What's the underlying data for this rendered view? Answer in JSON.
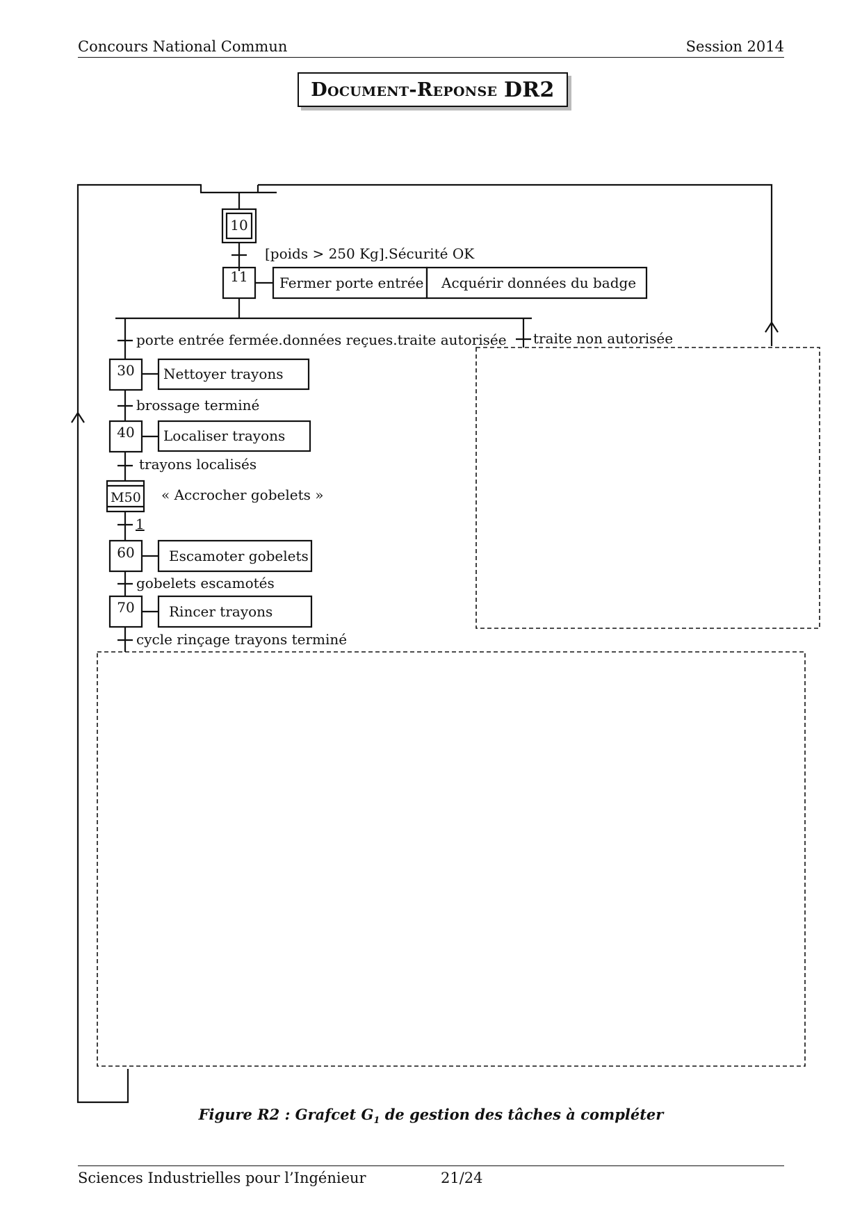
{
  "header": {
    "left": "Concours National Commun",
    "right": "Session 2014"
  },
  "title": {
    "prefix": "Document-Reponse",
    "code": "DR2"
  },
  "grafcet": {
    "steps": {
      "s10": "10",
      "s11": "11",
      "s30": "30",
      "s40": "40",
      "m50": "M50",
      "s60": "60",
      "s70": "70"
    },
    "actions": {
      "a11_1": "Fermer porte entrée",
      "a11_2": "Acquérir données du badge",
      "a30": "Nettoyer trayons",
      "a40": "Localiser trayons",
      "m50": "« Accrocher  gobelets »",
      "a60": "Escamoter gobelets",
      "a70": "Rincer trayons"
    },
    "transitions": {
      "t10": "[poids  > 250 Kg].Sécurité OK",
      "t11a": "porte entrée fermée.données reçues.traite autorisée",
      "t11b": "traite non autorisée",
      "t30": "brossage terminé",
      "t40": "trayons localisés",
      "t50": "1",
      "t60": "gobelets escamotés",
      "t70": "cycle rinçage trayons terminé"
    }
  },
  "caption": {
    "prefix": "Figure R2 : Grafcet G",
    "sub": "1",
    "suffix": " de gestion des tâches à compléter"
  },
  "footer": {
    "left": "Sciences Industrielles pour l’Ingénieur",
    "page": "21/24"
  }
}
